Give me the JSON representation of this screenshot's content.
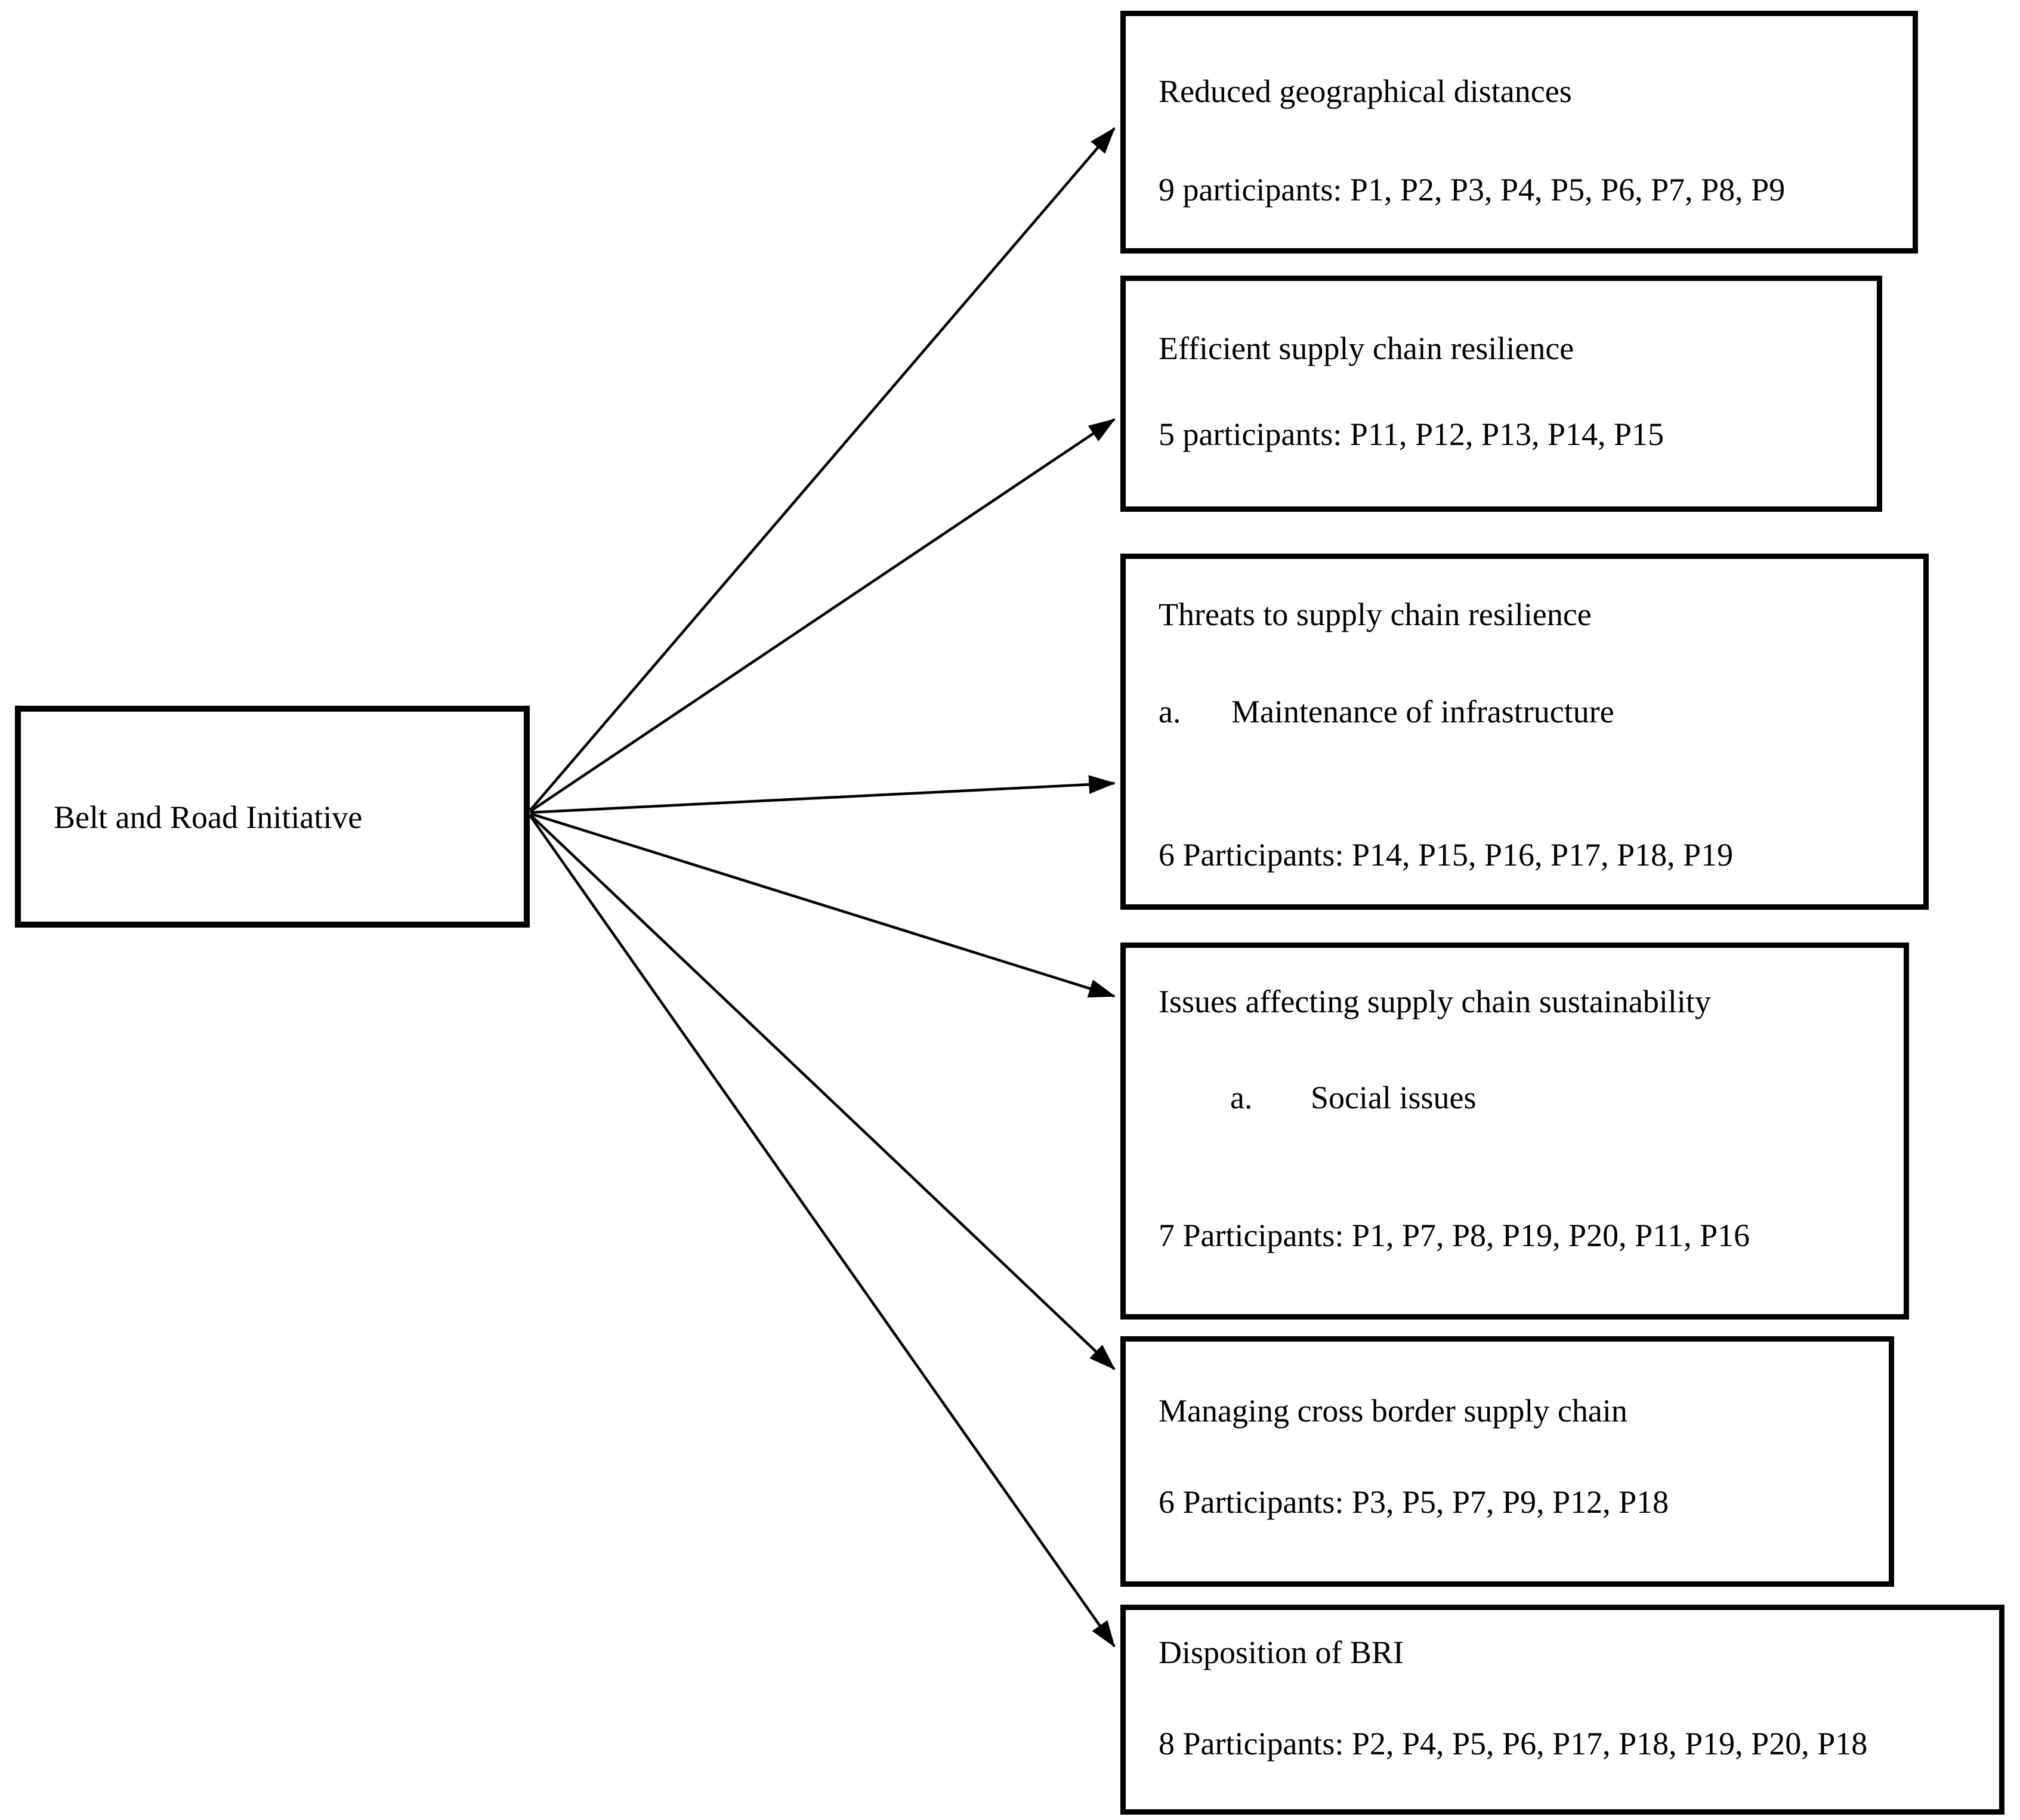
{
  "style": {
    "ink": "#000000",
    "paper": "#ffffff"
  },
  "root_box": {
    "label": "Belt and Road Initiative"
  },
  "boxes": [
    {
      "title": "Reduced geographical distances",
      "participants": "9 participants: P1, P2, P3, P4, P5, P6, P7, P8, P9"
    },
    {
      "title": "Efficient supply chain resilience",
      "participants": "5 participants: P11, P12, P13, P14, P15"
    },
    {
      "title": "Threats to supply chain resilience",
      "sub_marker": "a.",
      "sub_text": "Maintenance of infrastructure",
      "participants": "6 Participants: P14, P15, P16, P17, P18, P19"
    },
    {
      "title": "Issues affecting supply chain sustainability",
      "sub_marker": "a.",
      "sub_text": "Social issues",
      "participants": "7 Participants: P1, P7, P8, P19, P20, P11, P16"
    },
    {
      "title": "Managing cross border supply chain",
      "participants": "6 Participants: P3, P5, P7, P9, P12, P18"
    },
    {
      "title": "Disposition of BRI",
      "participants": "8 Participants: P2, P4, P5, P6, P17, P18, P19, P20, P18"
    }
  ],
  "edges": [
    {
      "from": "Belt and Road Initiative",
      "to": "Reduced geographical distances"
    },
    {
      "from": "Belt and Road Initiative",
      "to": "Efficient supply chain resilience"
    },
    {
      "from": "Belt and Road Initiative",
      "to": "Threats to supply chain resilience"
    },
    {
      "from": "Belt and Road Initiative",
      "to": "Issues affecting supply chain sustainability"
    },
    {
      "from": "Belt and Road Initiative",
      "to": "Managing cross border supply chain"
    },
    {
      "from": "Belt and Road Initiative",
      "to": "Disposition of BRI"
    }
  ]
}
